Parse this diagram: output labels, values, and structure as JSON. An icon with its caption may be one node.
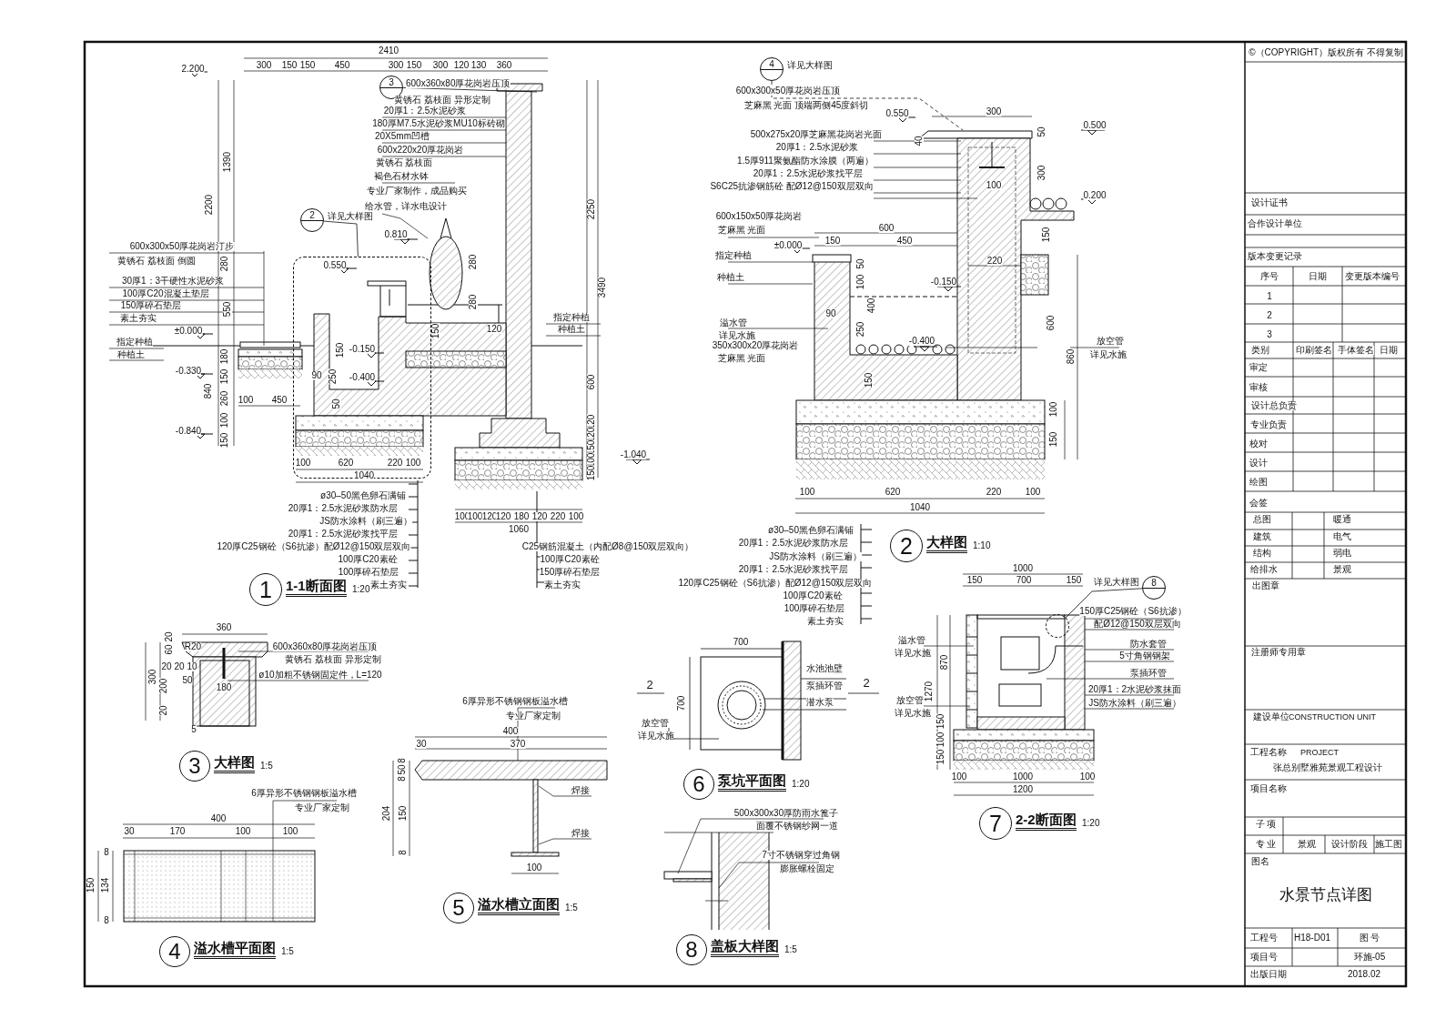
{
  "diagram": {
    "nodes": [
      {
        "text": [
          "1"
        ],
        "beside": [
          "1-1断面图",
          "1:20"
        ]
      },
      {
        "text": [
          "2"
        ],
        "beside": [
          "大样图",
          "1:10"
        ]
      },
      {
        "text": [
          "3"
        ],
        "beside": [
          "大样图",
          "1:5"
        ]
      },
      {
        "text": [
          "4"
        ],
        "beside": [
          "溢水槽平面图",
          "1:5"
        ]
      },
      {
        "text": [
          "5"
        ],
        "beside": [
          "溢水槽立面图",
          "1:5"
        ]
      },
      {
        "text": [
          "6"
        ],
        "beside": [
          "泵坑平面图",
          "1:20"
        ]
      },
      {
        "text": [
          "7"
        ],
        "beside": [
          "2-2断面图",
          "1:20"
        ]
      },
      {
        "text": [
          "8"
        ],
        "beside": [
          "盖板大样图",
          "1:5"
        ]
      },
      {
        "text": [
          "3"
        ]
      },
      {
        "text": [
          "2"
        ],
        "beside": [
          "详见大样图"
        ]
      },
      {
        "text": [
          "4"
        ],
        "beside": [
          "详见大样图"
        ]
      },
      {
        "text": [
          "8"
        ],
        "beside": [
          "详见大样图"
        ]
      },
      {
        "text": [],
        "shape": "circle"
      },
      {
        "text": [],
        "shape": "box"
      }
    ],
    "edges": [
      {
        "from": 8,
        "to": null,
        "arrow": "none"
      },
      {
        "from": 9,
        "to": 13,
        "arrow": "none"
      },
      {
        "from": 10,
        "to": null,
        "arrow": "none",
        "style": "dashed"
      },
      {
        "from": 11,
        "to": 12,
        "arrow": "none"
      }
    ],
    "labels": [
      "2410",
      "300",
      "150",
      "150",
      "450",
      "300",
      "150",
      "300",
      "120",
      "130",
      "360",
      "2.200",
      "1390",
      "2200",
      "280",
      "550",
      "180",
      "150",
      "840",
      "260",
      "100",
      "150",
      "±0.000",
      "-0.330",
      "-0.840",
      "0.810",
      "0.550",
      "-0.150",
      "-0.400",
      "-1.040",
      "2250",
      "3490",
      "600",
      "120",
      "120",
      "150",
      "100",
      "150",
      "600x300x50厚花岗岩汀步",
      "黄锈石 荔枝面 倒圆",
      "30厚1：3干硬性水泥砂浆",
      "100厚C20混凝土垫层",
      "150厚碎石垫层",
      "素土夯实",
      "指定种植",
      "种植土",
      "600x360x80厚花岗岩压顶",
      "黄锈石 荔枝面 异形定制",
      "20厚1：2.5水泥砂浆",
      "180厚M7.5水泥砂浆MU10标砖砌",
      "20X5mm凹槽",
      "600x220x20厚花岗岩",
      "黄锈石 荔枝面",
      "褐色石材水钵",
      "专业厂家制作，成品购买",
      "给水管，详水电设计",
      "指定种植",
      "种植土",
      "280",
      "280",
      "120",
      "150",
      "150",
      "90",
      "250",
      "100",
      "450",
      "50",
      "100",
      "620",
      "220",
      "100",
      "1040",
      "100",
      "100",
      "120",
      "120",
      "180",
      "120",
      "220",
      "100",
      "1060",
      "ø30–50黑色卵石满铺",
      "20厚1：2.5水泥砂浆防水层",
      "JS防水涂料（刷三遍）",
      "20厚1：2.5水泥砂浆找平层",
      "120厚C25钢砼（S6抗渗）配Ø12@150双层双向",
      "100厚C20素砼",
      "100厚碎石垫层",
      "素土夯实",
      "C25钢筋混凝土（内配Ø8@150双层双向）",
      "100厚C20素砼",
      "150厚碎石垫层",
      "素土夯实",
      "600x300x50厚花岗岩压顶",
      "芝麻黑 光面 顶端两侧45度斜切",
      "0.550",
      "300",
      "0.500",
      "500x275x20厚芝麻黑花岗岩光面",
      "40",
      "50",
      "20厚1：2.5水泥砂浆",
      "1.5厚911聚氨酯防水涂膜（两遍）",
      "20厚1：2.5水泥砂浆找平层",
      "S6C25抗渗钢筋砼 配Ø12@150双层双向",
      "300",
      "100",
      "0.200",
      "600x150x50厚花岗岩",
      "芝麻黑 光面",
      "600",
      "±0.000",
      "150",
      "450",
      "指定种植",
      "种植土",
      "220",
      "150",
      "-0.150",
      "50",
      "100",
      "400",
      "90",
      "250",
      "溢水管",
      "详见水施",
      "350x300x20厚花岗岩",
      "芝麻黑 光面",
      "-0.400",
      "放空管",
      "详见水施",
      "600",
      "860",
      "150",
      "100",
      "150",
      "100",
      "620",
      "220",
      "100",
      "1040",
      "ø30–50黑色卵石满铺",
      "20厚1：2.5水泥砂浆防水层",
      "JS防水涂料（刷三遍）",
      "20厚1：2.5水泥砂浆找平层",
      "120厚C25钢砼（S6抗渗）配Ø12@150双层双向",
      "100厚C20素砼",
      "100厚碎石垫层",
      "素土夯实",
      "360",
      "R20",
      "20",
      "60",
      "20",
      "20",
      "10",
      "50",
      "300",
      "200",
      "20",
      "5",
      "180",
      "600x360x80厚花岗岩压顶",
      "黄锈石 荔枝面 异形定制",
      "ø10加粗不锈钢固定件，L=120",
      "6厚异形不锈钢钢板溢水槽",
      "专业厂家定制",
      "400",
      "30",
      "170",
      "100",
      "100",
      "8",
      "150",
      "134",
      "8",
      "6厚异形不锈钢钢板溢水槽",
      "专业厂家定制",
      "400",
      "30",
      "370",
      "8",
      "50",
      "8",
      "204",
      "150",
      "8",
      "焊接",
      "焊接",
      "100",
      "700",
      "2",
      "2",
      "700",
      "水池池壁",
      "泵插环管",
      "潜水泵",
      "放空管",
      "详见水施",
      "500x300x30厚防雨水篦子",
      "面覆不锈钢纱网一道",
      "7寸不锈钢穿过角钢",
      "膨胀螺栓固定",
      "1000",
      "150",
      "700",
      "150",
      "150厚C25钢砼（S6抗渗）",
      "配Ø12@150双层双向",
      "防水套管",
      "5寸角钢钢架",
      "泵插环管",
      "20厚1：2水泥砂浆抹面",
      "JS防水涂料（刷三遍）",
      "溢水管",
      "详见水施",
      "放空管",
      "详见水施",
      "870",
      "1270",
      "150",
      "100",
      "150",
      "100",
      "1000",
      "100",
      "1200",
      "©（COPYRIGHT）版权所有 不得复制",
      "设计证书",
      "合作设计单位",
      "版本变更记录",
      "序号",
      "日期",
      "变更版本编号",
      "1",
      "2",
      "3",
      "类别",
      "印刷签名",
      "手体签名",
      "日期",
      "审定",
      "审核",
      "设计总负责",
      "专业负责",
      "校对",
      "设计",
      "绘图",
      "会签",
      "总图",
      "暖通",
      "建筑",
      "电气",
      "结构",
      "弱电",
      "给排水",
      "景观",
      "出图章",
      "注册师专用章",
      "建设单位",
      "CONSTRUCTION UNIT",
      "工程名称",
      "PROJECT",
      "张总别墅雅苑景观工程设计",
      "项目名称",
      "子 项",
      "专 业",
      "景观",
      "设计阶段",
      "施工图",
      "图名",
      "水景节点详图",
      "工程号",
      "H18-D01",
      "图 号",
      "项目号",
      "环施-05",
      "出版日期",
      "2018.02"
    ]
  }
}
